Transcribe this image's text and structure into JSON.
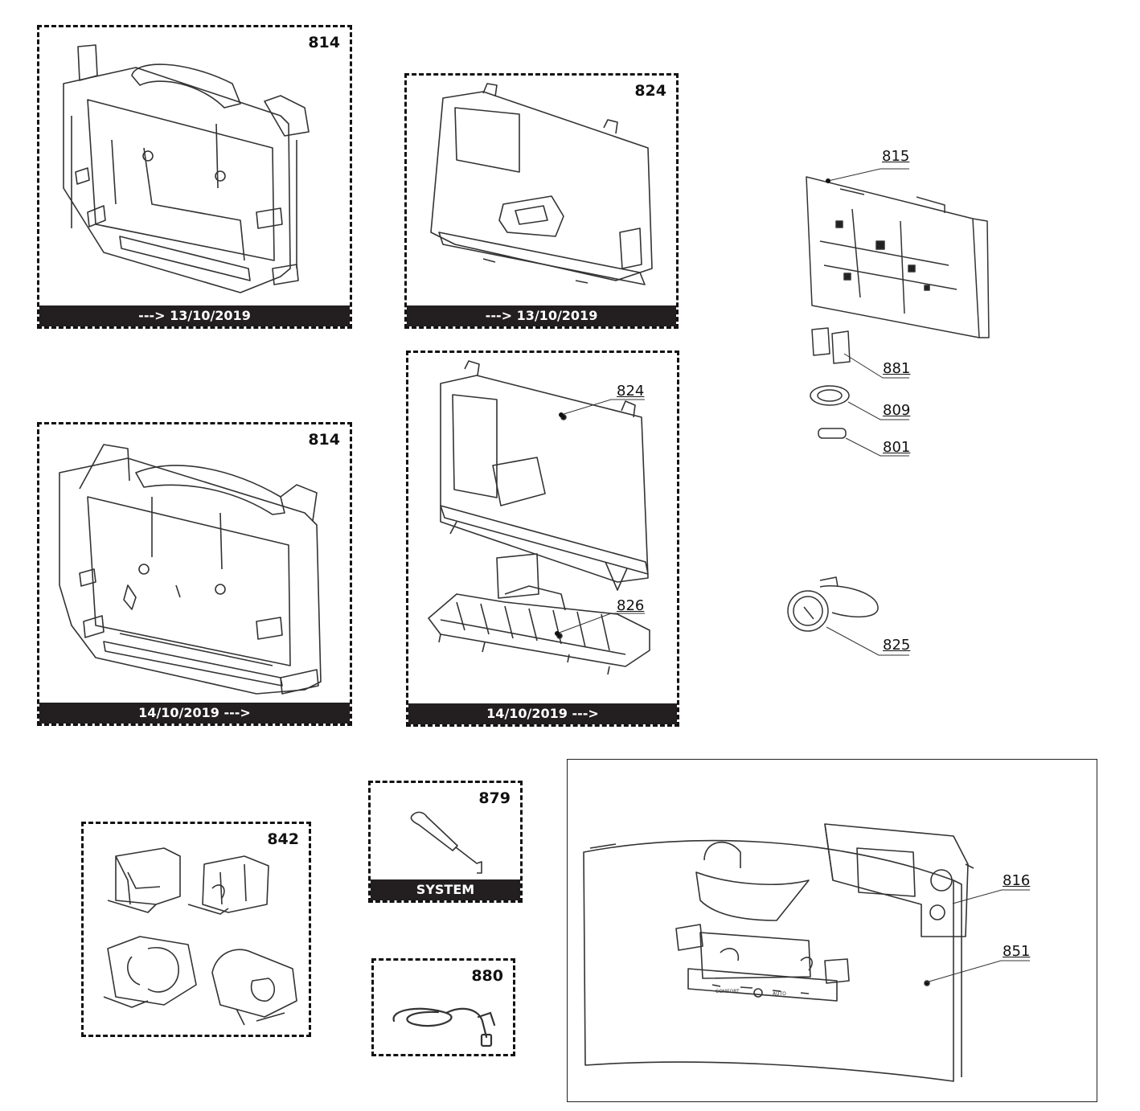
{
  "boxes": {
    "b814_old": {
      "number": "814",
      "band": "---> 13/10/2019"
    },
    "b824_old": {
      "number": "824",
      "band": "---> 13/10/2019"
    },
    "b814_new": {
      "number": "814",
      "band": "14/10/2019 --->"
    },
    "b824_new": {
      "band": "14/10/2019 --->"
    },
    "b842": {
      "number": "842"
    },
    "b879": {
      "number": "879",
      "band": "SYSTEM"
    },
    "b880": {
      "number": "880"
    }
  },
  "callouts": {
    "c815": "815",
    "c881": "881",
    "c809": "809",
    "c801": "801",
    "c824": "824",
    "c826": "826",
    "c825": "825",
    "c816": "816",
    "c851": "851"
  },
  "panel_buttons": {
    "comfort": "COMFORT",
    "auto": "AUTO"
  }
}
